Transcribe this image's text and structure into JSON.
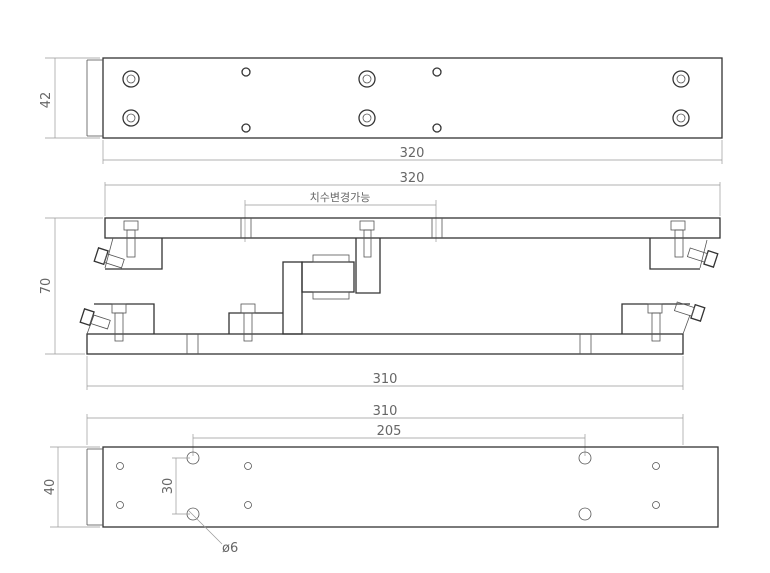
{
  "top_view": {
    "width_dim": "320",
    "height_dim": "42"
  },
  "front_view": {
    "width_dim": "320",
    "adjust_note": "치수변경가능",
    "height_dim": "70",
    "base_dim": "310"
  },
  "bottom_view": {
    "width_dim": "310",
    "hole_span_dim": "205",
    "hole_pitch_dim": "30",
    "height_dim": "40",
    "hole_dia": "ø6"
  }
}
